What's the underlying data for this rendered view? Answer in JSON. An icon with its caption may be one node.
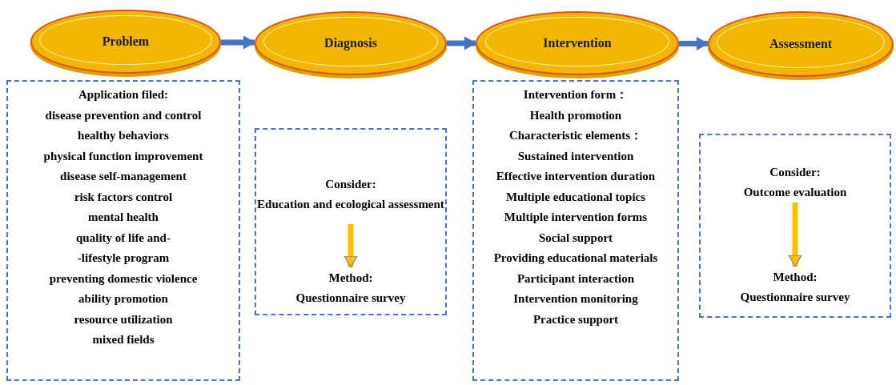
{
  "diagram": {
    "nodes": [
      {
        "text": [
          "Problem"
        ]
      },
      {
        "text": [
          "Diagnosis"
        ]
      },
      {
        "text": [
          "Intervention"
        ]
      },
      {
        "text": [
          "Assessment"
        ]
      },
      {
        "text": [
          "Application filed:",
          "disease prevention and control",
          "healthy behaviors",
          "physical function improvement",
          "disease self-management",
          "risk factors control",
          "mental health",
          "quality of life and-",
          "-lifestyle program",
          "preventing domestic violence",
          "ability promotion",
          "resource utilization",
          "mixed fields"
        ]
      },
      {
        "text": [],
        "shape": "box"
      },
      {
        "text": [
          "Intervention form：",
          "Health promotion",
          "Characteristic elements：",
          "Sustained intervention",
          "Effective intervention duration",
          "Multiple educational topics",
          "Multiple intervention forms",
          "Social support",
          "Providing educational materials",
          "Participant interaction",
          "Intervention monitoring",
          "Practice support"
        ]
      },
      {
        "text": [],
        "shape": "box"
      },
      {
        "text": [
          "Consider:",
          "Education and ecological assessment"
        ],
        "in": 5
      },
      {
        "text": [
          "Method:",
          "Questionnaire survey"
        ],
        "in": 5
      },
      {
        "text": [
          "Consider:",
          "Outcome evaluation"
        ],
        "in": 7
      },
      {
        "text": [
          "Method:",
          "Questionnaire survey"
        ],
        "in": 7
      }
    ],
    "edges": [
      {
        "from": 0,
        "to": 1,
        "arrow": "to"
      },
      {
        "from": 1,
        "to": 2,
        "arrow": "to"
      },
      {
        "from": 2,
        "to": 3,
        "arrow": "to"
      },
      {
        "from": 8,
        "to": 9,
        "arrow": "to",
        "color": "#ffc000"
      },
      {
        "from": 10,
        "to": 11,
        "arrow": "to",
        "color": "#ffc000"
      }
    ]
  }
}
